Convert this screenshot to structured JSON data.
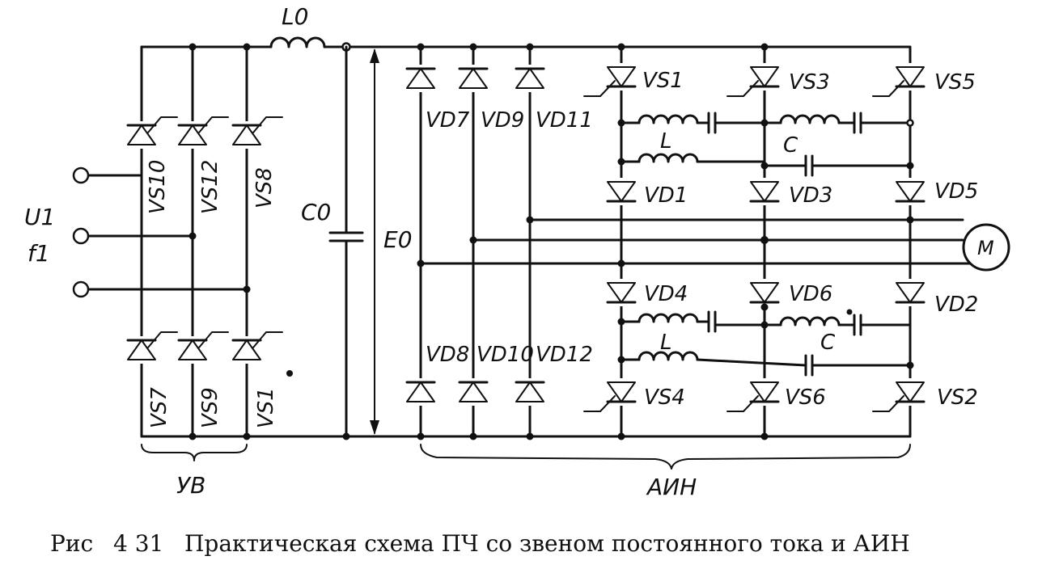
{
  "labels": {
    "L0": "L0",
    "C0": "C0",
    "E0": "E0",
    "U1": "U1",
    "f1": "f1",
    "VS10": "VS10",
    "VS12": "VS12",
    "VS8": "VS8",
    "VS7": "VS7",
    "VS9": "VS9",
    "VS1_rect": "VS1",
    "VD7": "VD7",
    "VD9": "VD9",
    "VD11": "VD11",
    "VD8": "VD8",
    "VD10": "VD10",
    "VD12": "VD12",
    "VS1": "VS1",
    "VS3": "VS3",
    "VS5": "VS5",
    "VD1": "VD1",
    "VD3": "VD3",
    "VD5": "VD5",
    "VD4": "VD4",
    "VD6": "VD6",
    "VD2": "VD2",
    "VS4": "VS4",
    "VS6": "VS6",
    "VS2": "VS2",
    "L_top": "L",
    "C_top": "C",
    "L_bot": "L",
    "C_bot": "C",
    "motor": "M",
    "group_rect": "УВ",
    "group_inv": "АИН"
  },
  "caption": {
    "prefix": "Рис",
    "number": "4 31",
    "text": "Практическая схема ПЧ со звеном постоянного тока и АИН"
  }
}
